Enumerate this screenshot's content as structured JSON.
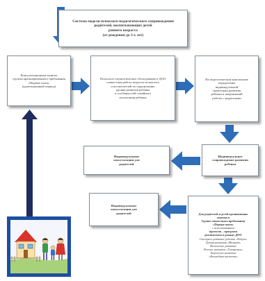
{
  "boxes": {
    "title": {
      "lines": [
        "Система модели психолого-педагогического сопровождения",
        "родителей, воспитывающих детей",
        "раннего возраста",
        "(от рождения до 3-х лет)"
      ]
    },
    "consultation": {
      "lines": [
        "Консультационные пункты",
        "группы кратковременного пребывания",
        "«Первые шаги»",
        "(адаптационный период)"
      ]
    },
    "diagnostics": {
      "lines": [
        "Психолого-педагогическое обследование в ДОО",
        "совместная работа педагога-психолога",
        "и воспитателей по определению",
        "уровня развития ребенка",
        "и особенностей семейного",
        "воспитания ребенка"
      ]
    },
    "pedagogical": {
      "lines": [
        "На педагогическом консилиуме",
        "определение",
        "индивидуальной",
        "траектории развития",
        "ребенка и направлений",
        "работы с родителями"
      ]
    },
    "individual": {
      "lines": [
        "Индивидуальное",
        "сопровождение развития",
        "ребенка"
      ]
    },
    "consult_right": {
      "lines": [
        "Индивидуальные",
        "консультации для",
        "родителей"
      ]
    },
    "program": {
      "lines": [
        "Для родителей и детей организованы",
        "занятия в",
        "Группе совместного пребывания",
        "«Первые шаги»",
        "с использованием",
        "проектов – программ",
        "реализуемых в рамках ДОО",
        "Сенсорное развитие ребенка «Радуга»",
        "Центр развития «Мозаика»",
        "Физическое развитие",
        "Речевое развитие «Говорушки»",
        "Творческое развитие",
        "«Волшебная кисточка»"
      ]
    },
    "consult_bottom": {
      "lines": [
        "Индивидуальные",
        "консультации для",
        "родителей"
      ]
    }
  },
  "colors": {
    "arrow_blue": "#2e6db8",
    "arrow_dark": "#1f2d5c",
    "frame_blue": "#1d4fa0"
  },
  "picture": {
    "description_icon": "family-house-drawing-icon"
  }
}
